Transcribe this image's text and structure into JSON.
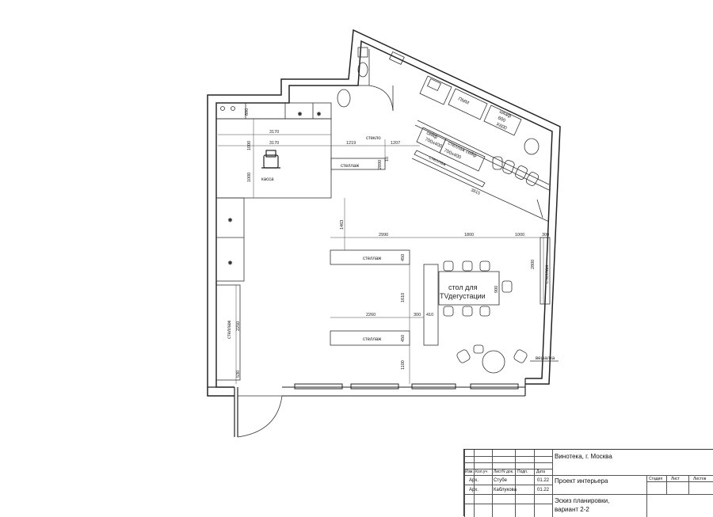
{
  "plan": {
    "dimensions": {
      "d890": "890",
      "d3170a": "3170",
      "d3170b": "3170",
      "d1219": "1219",
      "d1207": "1207",
      "d1000a": "1000",
      "d1000b": "1000",
      "d2890": "2890",
      "d10": "10",
      "d3815": "3815",
      "d1463": "1463",
      "d2990": "2990",
      "d1800": "1800",
      "d1000c": "1000",
      "d300a": "300",
      "d2800": "2800",
      "d450a": "450",
      "d1610": "1610",
      "d900": "900",
      "d2260": "2260",
      "d300b": "300",
      "d410": "410",
      "d450b": "450",
      "d1100": "1100",
      "d2250": "2250",
      "d530": "530"
    },
    "labels": {
      "steklo": "стекло",
      "kassa": "касса",
      "stellazh_counter": "стеллаж",
      "stellazh_diag": "стеллаж",
      "stellazh_top": "стеллаж",
      "stellazh_bottom": "стеллаж",
      "stellazh_right": "стеллаж",
      "stellazh_left": "стеллаж",
      "stellazh_seif": "стеллаж сейф",
      "seif_a": "сейф",
      "seif_a_size": "700х400",
      "seif_b_size": "700х400",
      "pmm": "ПММ",
      "shkaf": "шкаф",
      "shkaf_600": "600",
      "shkaf_x600": "Х600",
      "tv": "TV",
      "table_line1": "стол для",
      "table_line2": "дегустации",
      "veshalka": "вешалка"
    }
  },
  "title_block": {
    "project": "Винотека, г. Москва",
    "title": "Проект интерьера",
    "sheet_title_1": "Эскиз планировки,",
    "sheet_title_2": "вариант 2-2",
    "col_izm": "Изм.",
    "col_kol": "Кол.уч",
    "col_list": "Лист",
    "col_ndok": "N док.",
    "col_podp": "Подп.",
    "col_data": "Дата",
    "rows": [
      {
        "role": "Арх.",
        "name": "Стубе",
        "date": "01.22"
      },
      {
        "role": "Арх.",
        "name": "Каблукова",
        "date": "01.22"
      }
    ],
    "stadiya": "Стадия",
    "list": "Лист",
    "listov": "Листов"
  }
}
